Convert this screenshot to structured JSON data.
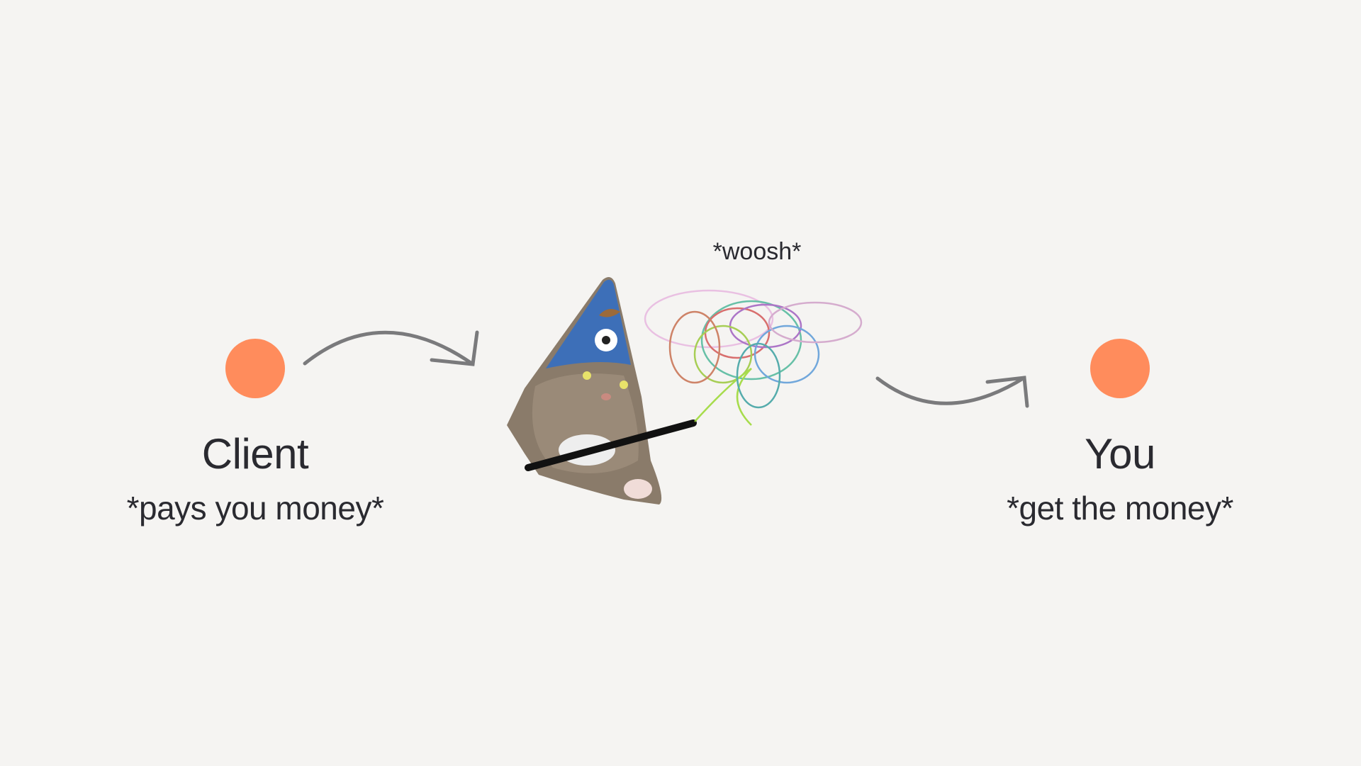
{
  "colors": {
    "background": "#f5f4f2",
    "node": "#ff8c5c",
    "arrow": "#7a7a7c",
    "text": "#2a2a30"
  },
  "left_node": {
    "title": "Client",
    "subtitle": "*pays you money*"
  },
  "middle": {
    "caption": "*woosh*",
    "image": "wizard-cat-with-wand-and-magic-scribble"
  },
  "right_node": {
    "title": "You",
    "subtitle": "*get the money*"
  }
}
